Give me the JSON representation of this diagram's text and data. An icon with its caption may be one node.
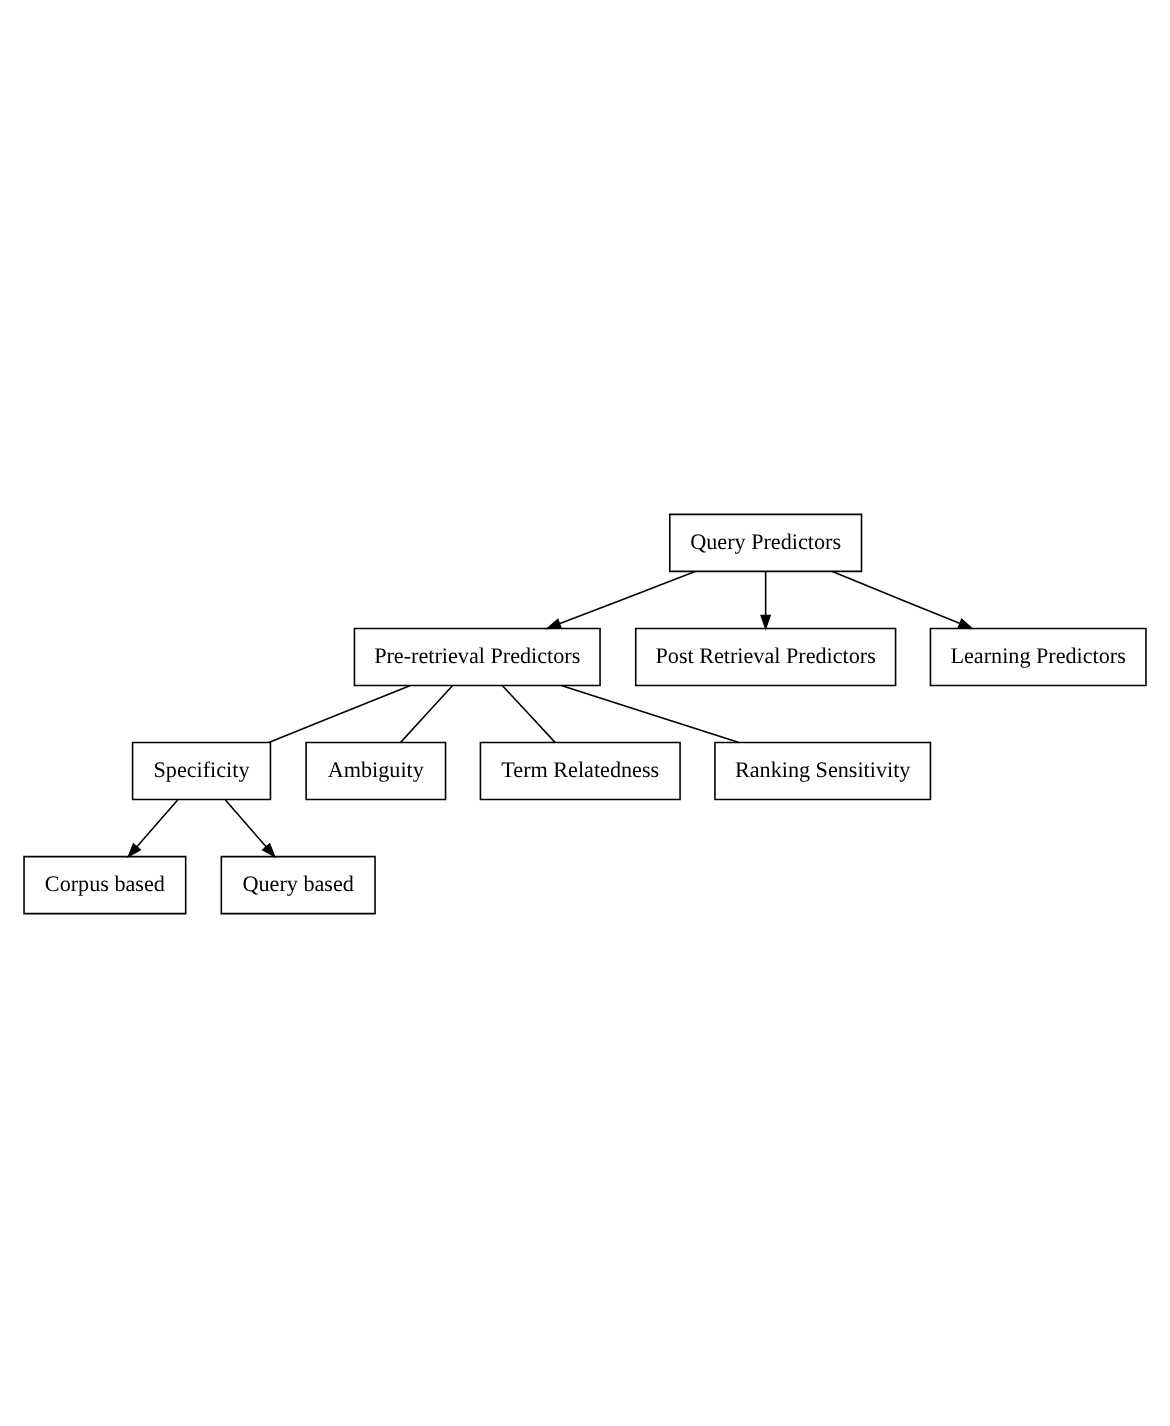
{
  "diagram": {
    "nodes": [
      {
        "text": [
          "Query Predictors"
        ]
      },
      {
        "text": [
          "Pre-retrieval Predictors"
        ]
      },
      {
        "text": [
          "Post Retrieval Predictors"
        ]
      },
      {
        "text": [
          "Learning Predictors"
        ]
      },
      {
        "text": [
          "Specificity"
        ]
      },
      {
        "text": [
          "Corpus based"
        ]
      },
      {
        "text": [
          "Query based"
        ]
      },
      {
        "text": [
          "Ambiguity"
        ]
      },
      {
        "text": [
          "Term Relatedness"
        ]
      },
      {
        "text": [
          "Ranking Sensitivity"
        ]
      }
    ],
    "edges": [
      {
        "from": 0,
        "to": 1,
        "arrow": "to"
      },
      {
        "from": 0,
        "to": 2,
        "arrow": "to"
      },
      {
        "from": 0,
        "to": 3,
        "arrow": "to"
      },
      {
        "from": 1,
        "to": 4,
        "arrow": "none"
      },
      {
        "from": 4,
        "to": 5,
        "arrow": "to"
      },
      {
        "from": 4,
        "to": 6,
        "arrow": "to"
      },
      {
        "from": 1,
        "to": 7,
        "arrow": "none"
      },
      {
        "from": 1,
        "to": 8,
        "arrow": "none"
      },
      {
        "from": 1,
        "to": 9,
        "arrow": "none"
      }
    ]
  }
}
